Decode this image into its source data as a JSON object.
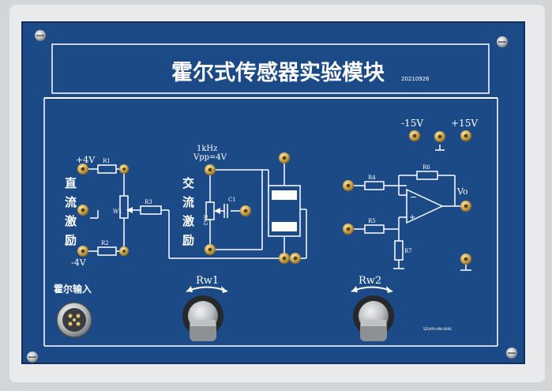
{
  "title": "霍尔式传感器实验模块",
  "date_code": "20210926",
  "dc_section": {
    "label_chars": [
      "直",
      "流",
      "激",
      "励"
    ],
    "plus_voltage": "+4V",
    "minus_voltage": "-4V",
    "r1": "R1",
    "r2": "R2",
    "r3": "R3",
    "w1": "W1"
  },
  "ac_section": {
    "label_chars": [
      "交",
      "流",
      "激",
      "励"
    ],
    "frequency": "1kHz",
    "amplitude": "Vpp=4V",
    "rw2": "Rw2",
    "c1": "C1"
  },
  "amp_section": {
    "minus_supply": "-15V",
    "plus_supply": "+15V",
    "r4": "R4",
    "r5": "R5",
    "r6": "R6",
    "r7": "R7",
    "output": "Vo",
    "op_minus": "−",
    "op_plus": "+"
  },
  "hall_input": "霍尔输入",
  "knobs": {
    "rw1": "Rw1",
    "rw2": "Rw2"
  },
  "serial": "SZUKFA-HNI-0906",
  "colors": {
    "panel": "#1b4a86",
    "frame": "#e6e7e9",
    "line": "#ffffff",
    "gold": "#c9a24a"
  }
}
